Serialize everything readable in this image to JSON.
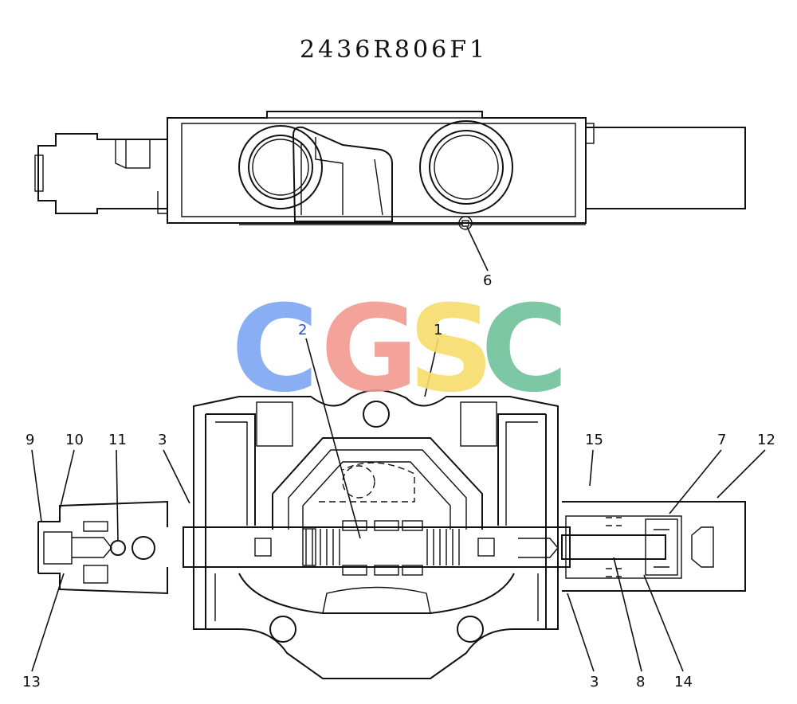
{
  "title": "2436R806F1",
  "watermark": {
    "letters": [
      "C",
      "G",
      "S",
      "C"
    ],
    "colors": [
      "#7ea6f3",
      "#f29a8f",
      "#f7dc6b",
      "#71c29b"
    ]
  },
  "callouts": {
    "top_view": [
      "6"
    ],
    "section_view": [
      "2",
      "1",
      "9",
      "10",
      "11",
      "3",
      "15",
      "7",
      "12",
      "13",
      "3",
      "8",
      "14"
    ]
  },
  "colors": {
    "ink": "#111111",
    "highlight_label": "#2a4fd6",
    "background": "#ffffff"
  }
}
